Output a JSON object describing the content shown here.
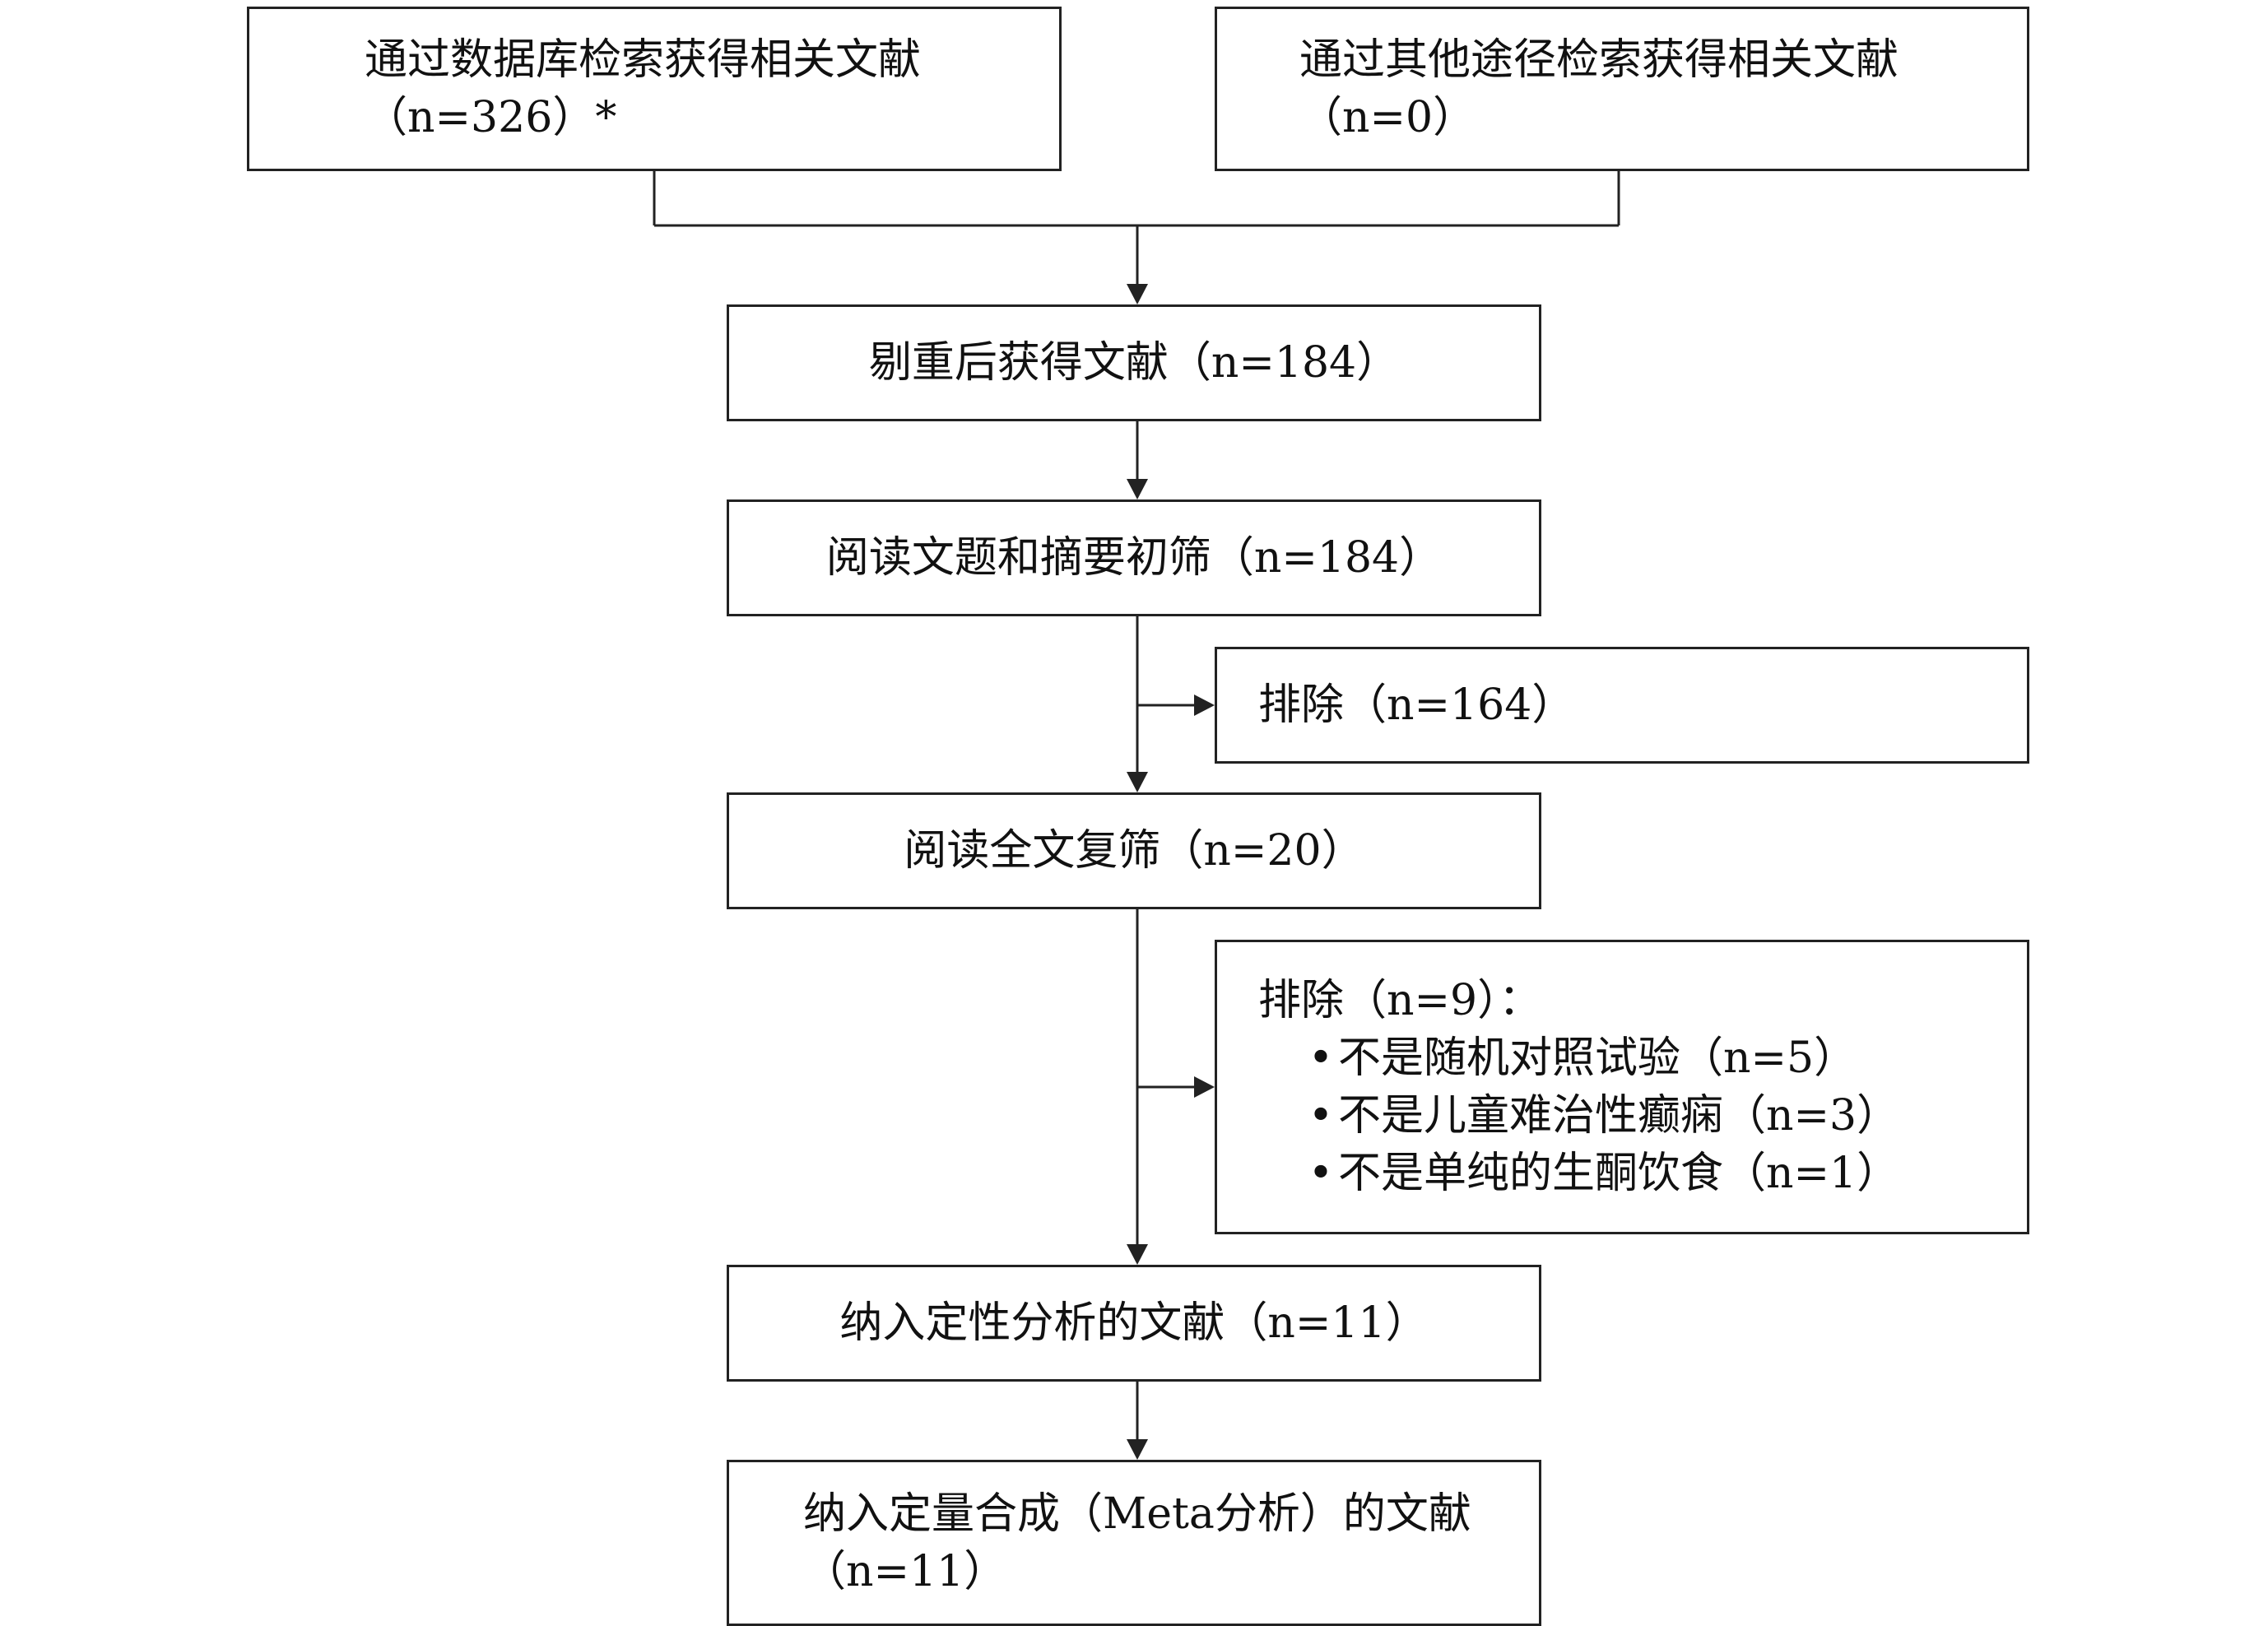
{
  "flowchart": {
    "database_search": {
      "line1": "通过数据库检索获得相关文献",
      "line2": "（n=326）*"
    },
    "other_search": {
      "line1": "通过其他途径检索获得相关文献",
      "line2": "（n=0）"
    },
    "after_dedup": "剔重后获得文献（n=184）",
    "title_abstract_screen": "阅读文题和摘要初筛（n=184）",
    "excluded_first": "排除（n=164）",
    "fulltext_screen": "阅读全文复筛（n=20）",
    "excluded_second": {
      "heading": "排除（n=9）：",
      "reasons": [
        "不是随机对照试验（n=5）",
        "不是儿童难治性癫痫（n=3）",
        "不是单纯的生酮饮食（n=1）"
      ]
    },
    "qualitative": "纳入定性分析的文献（n=11）",
    "quantitative": {
      "line1": "纳入定量合成（Meta分析）的文献",
      "line2": "（n=11）"
    },
    "bullet_symbol": "•"
  }
}
